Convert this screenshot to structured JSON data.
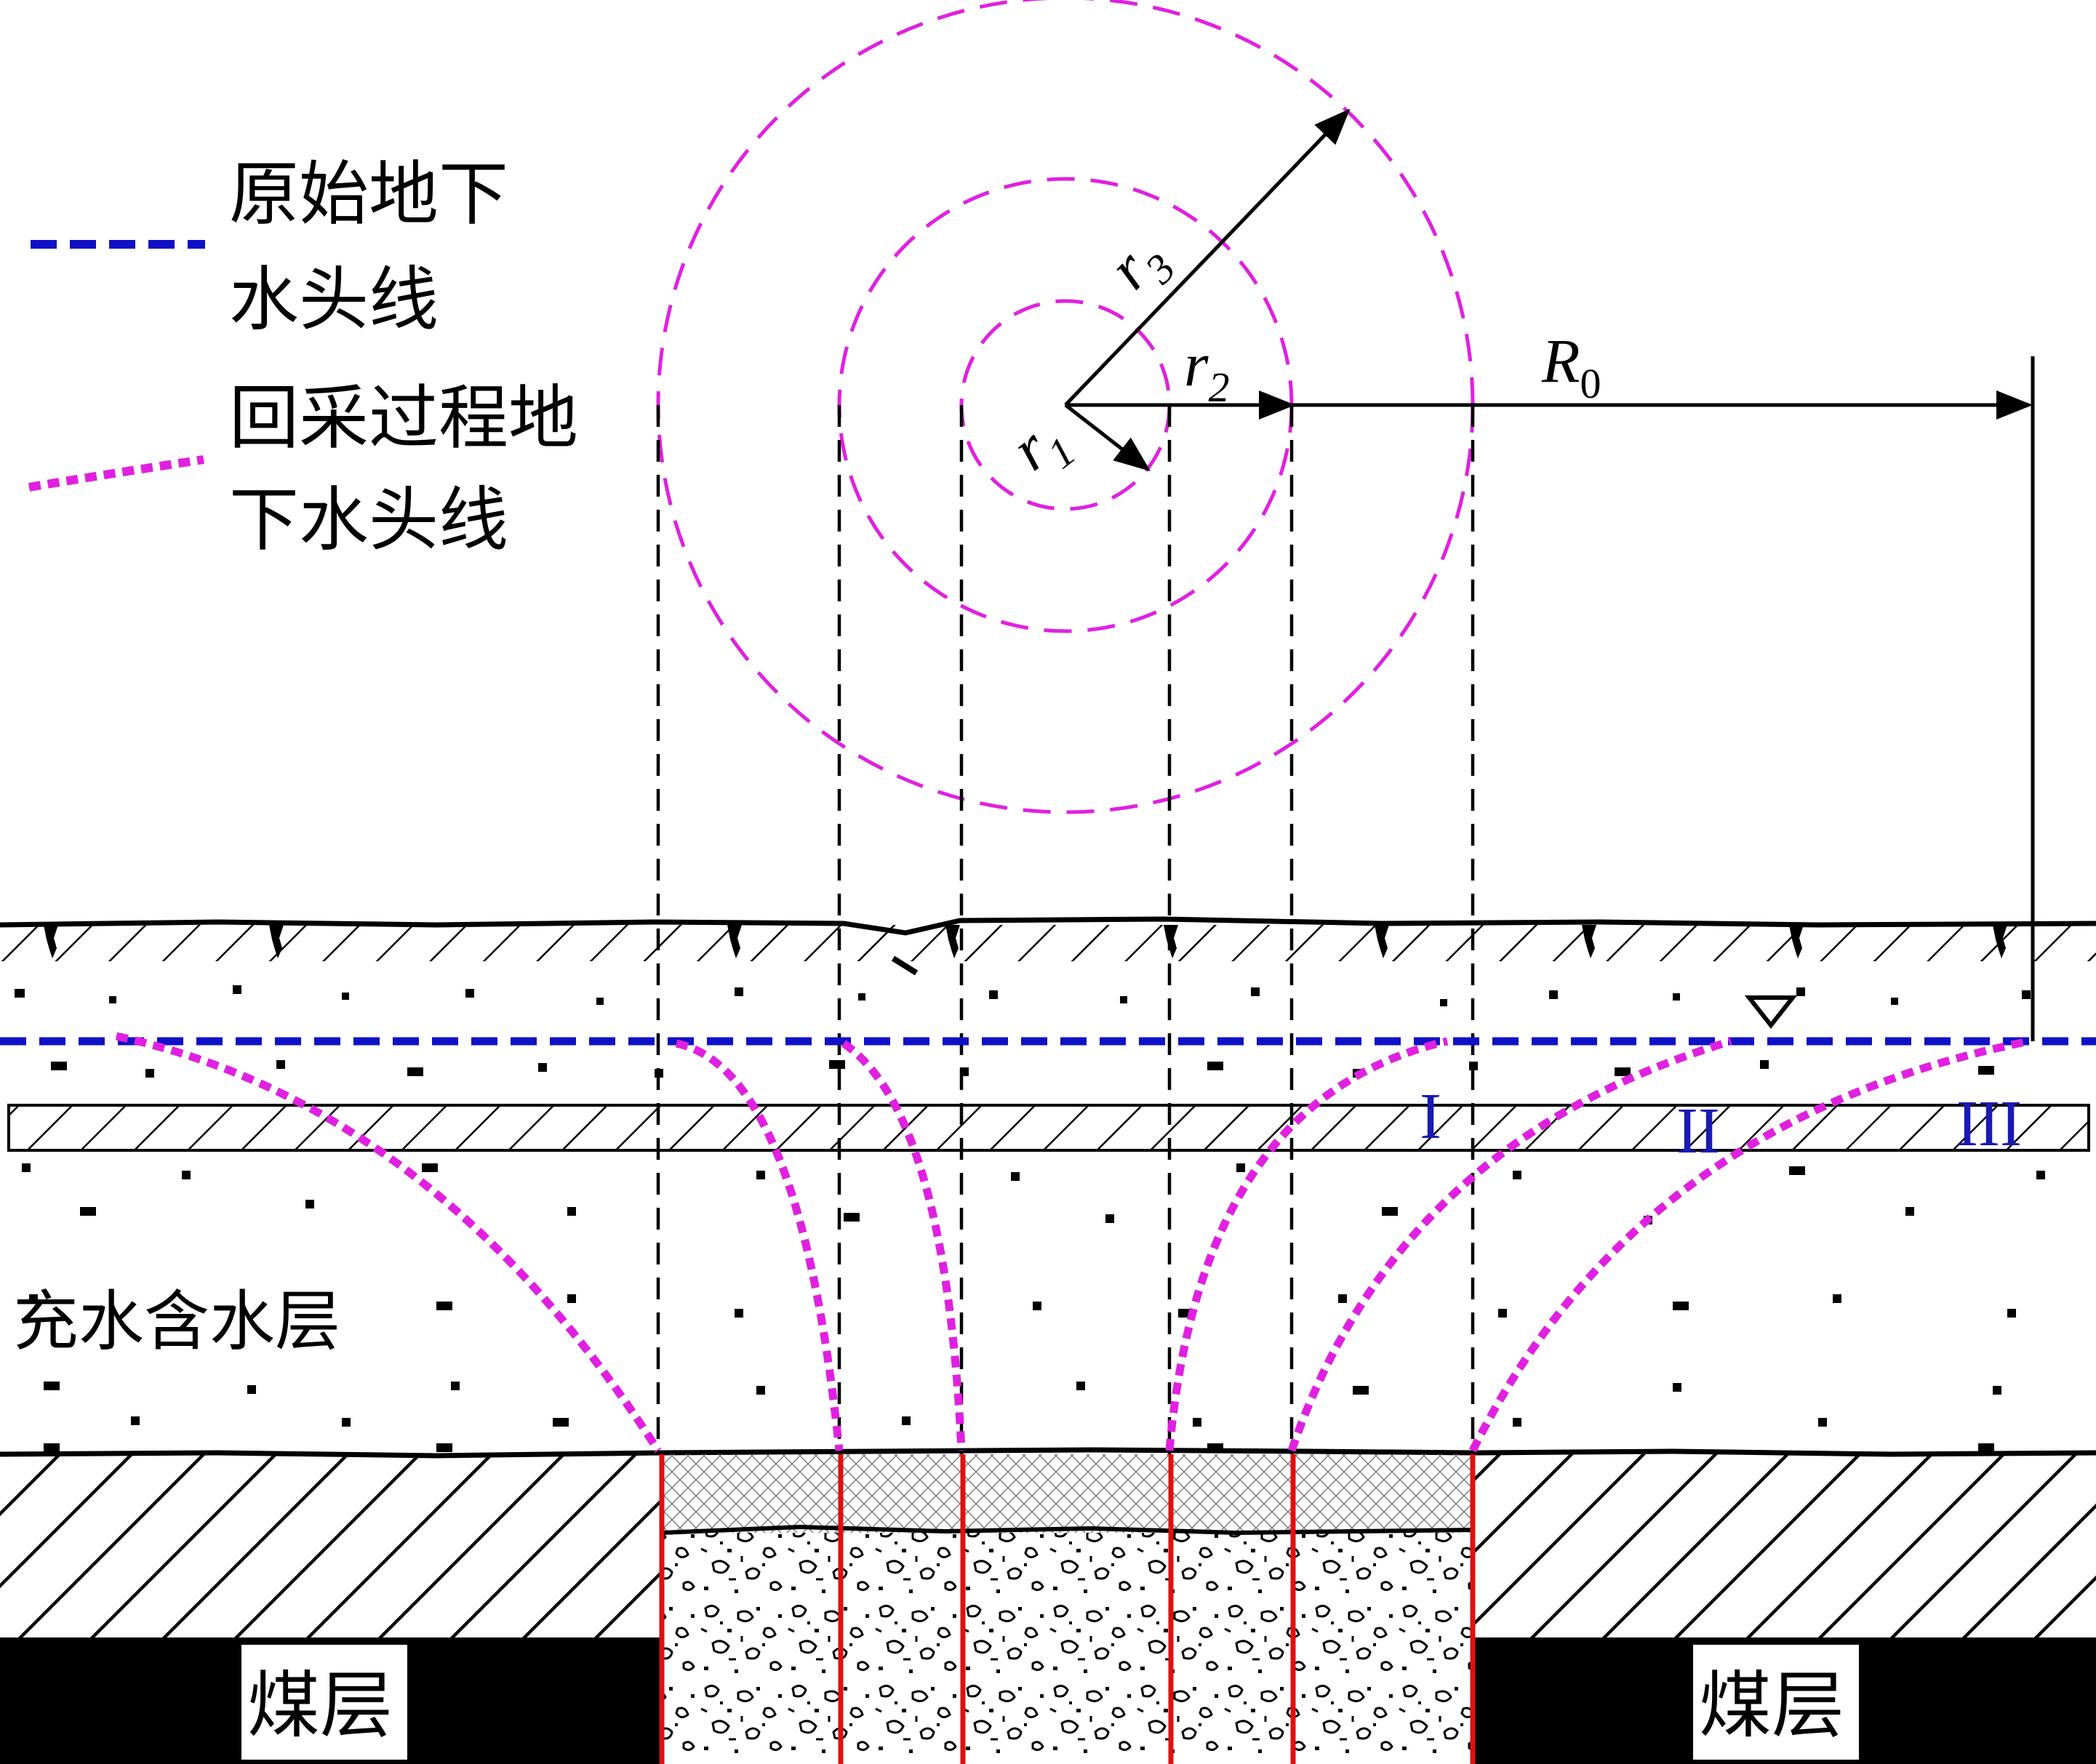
{
  "legend": {
    "items": [
      {
        "lines": [
          "原始地下",
          "水头线"
        ],
        "color": "#1010c8"
      },
      {
        "lines": [
          "回采过程地",
          "下水头线"
        ],
        "color": "#e020e0"
      }
    ]
  },
  "radii": {
    "r1": "r",
    "r1_sub": "1",
    "r2": "r",
    "r2_sub": "2",
    "r3": "r",
    "r3_sub": "3",
    "R0": "R",
    "R0_sub": "0"
  },
  "layers": {
    "aquifer": "充水含水层",
    "coal_left": "煤层",
    "coal_right": "煤层"
  },
  "zones": [
    "I",
    "II",
    "III"
  ],
  "colors": {
    "original_head": "#1010c8",
    "mining_head": "#e020e0",
    "fracture_lines": "#e01010",
    "zone_labels": "#1a1ab4"
  }
}
